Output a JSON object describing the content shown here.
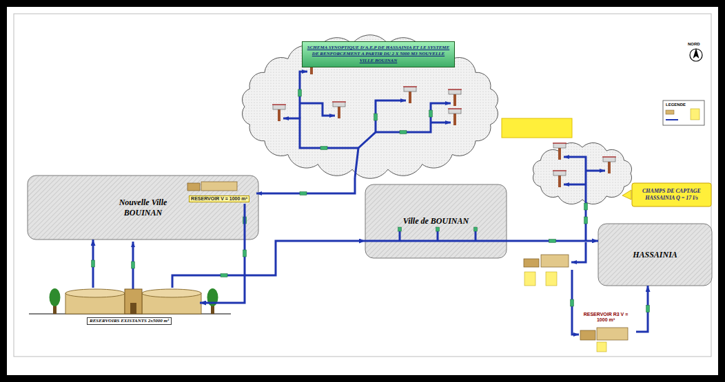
{
  "diagram": {
    "title": "SCHEMA SYNOPTIQUE D'A.E.P DE HASSAINIA ET LE SYSTEME DE RENFORCEMENT A PARTIR DU 2 X 5000 M3 NOUVELLE VILLE BOUINAN",
    "nodes": [
      {
        "text": [
          "Nouvelle Ville BOUINAN"
        ]
      },
      {
        "text": [
          "Ville de BOUINAN"
        ]
      },
      {
        "text": [
          "HASSAINIA"
        ]
      },
      {
        "text": [
          "RESERVOIR V = 1000 m³"
        ]
      },
      {
        "text": [
          "RESERVOIRS EXISTANTS 2x5000 m³"
        ]
      },
      {
        "text": [
          "RESERVOIR R3 V = 1000 m³"
        ]
      },
      {
        "text": [
          "CHAMPS DE CAPTAGE HASSAINIA Q = 17 l/s"
        ]
      }
    ],
    "edges": [
      {
        "from": 4,
        "to": 0,
        "arrow": "to"
      },
      {
        "from": 3,
        "to": 4,
        "arrow": "to"
      },
      {
        "from": 4,
        "to": 1,
        "arrow": "to"
      },
      {
        "from": 1,
        "to": 2,
        "arrow": "to"
      },
      {
        "from": 5,
        "to": 2,
        "arrow": "to"
      }
    ],
    "labels": [
      "NORD",
      "LEGENDE"
    ]
  }
}
